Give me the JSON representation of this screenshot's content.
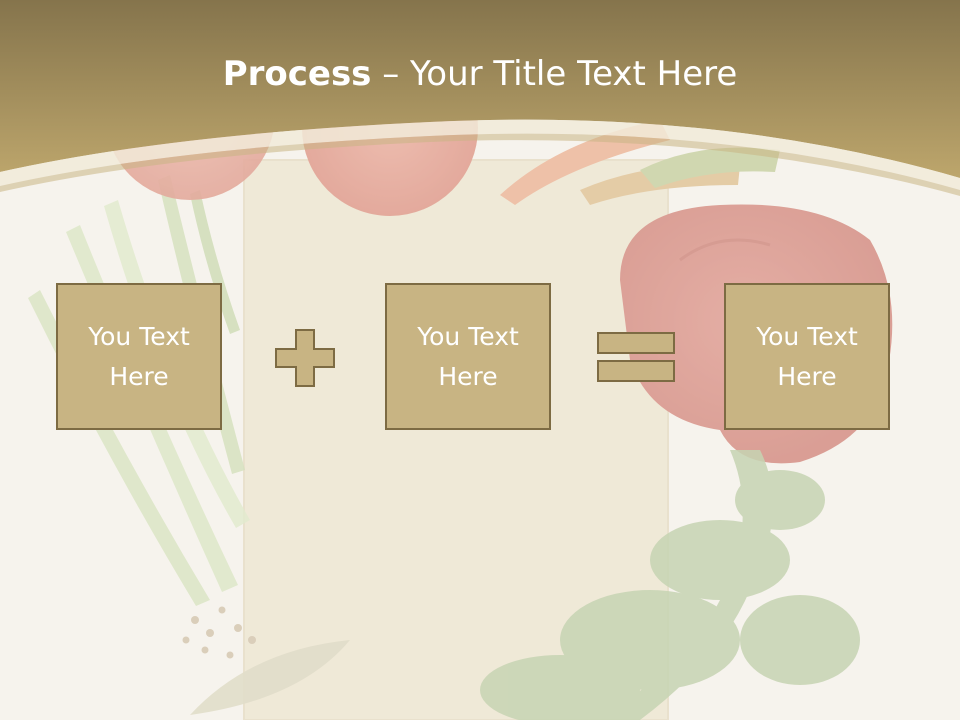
{
  "slide": {
    "title_bold": "Process",
    "title_rest": " – Your Title Text Here",
    "boxes": [
      {
        "text": "You Text Here"
      },
      {
        "text": "You Text Here"
      },
      {
        "text": "You Text Here"
      }
    ],
    "operators": [
      "plus-icon",
      "equals-icon"
    ],
    "colors": {
      "header": "#a8935e",
      "box_fill": "#c8b483",
      "box_border": "#7d6b43",
      "text": "#ffffff"
    }
  }
}
